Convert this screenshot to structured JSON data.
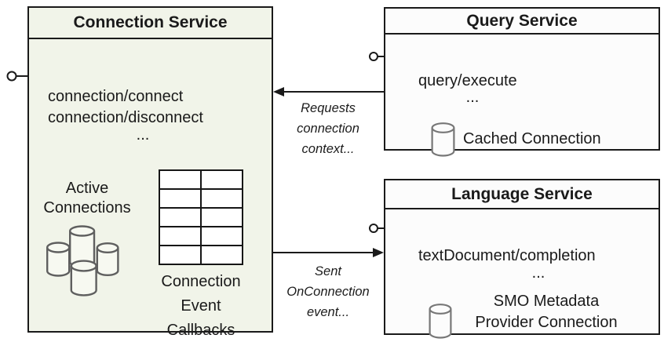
{
  "colors": {
    "connection_box_fill": "#f1f4e9",
    "service_box_fill": "#fcfcfc",
    "border": "#1a1a1a",
    "cylinder_stroke": "#6b6b6b",
    "text": "#1a1a1a"
  },
  "connection_service": {
    "title": "Connection Service",
    "method_1": "connection/connect",
    "method_2": "connection/disconnect",
    "ellipsis": "...",
    "active_connections": {
      "line_1": "Active",
      "line_2": "Connections"
    },
    "callbacks": {
      "line_1": "Connection",
      "line_2": "Event",
      "line_3": "Callbacks"
    },
    "icons": {
      "cluster": "database-cluster-icon",
      "grid": "callbacks-table-grid"
    }
  },
  "query_service": {
    "title": "Query Service",
    "method_1": "query/execute",
    "ellipsis": "...",
    "cached_connection_label": "Cached Connection",
    "icon": "database-icon"
  },
  "language_service": {
    "title": "Language Service",
    "method_1": "textDocument/completion",
    "ellipsis": "...",
    "provider_label": {
      "line_1": "SMO Metadata",
      "line_2": "Provider Connection"
    },
    "icon": "database-icon"
  },
  "arrows": {
    "requests_label": {
      "line_1": "Requests",
      "line_2": "connection",
      "line_3": "context..."
    },
    "sent_label": {
      "line_1": "Sent",
      "line_2": "OnConnection",
      "line_3": "event..."
    }
  }
}
